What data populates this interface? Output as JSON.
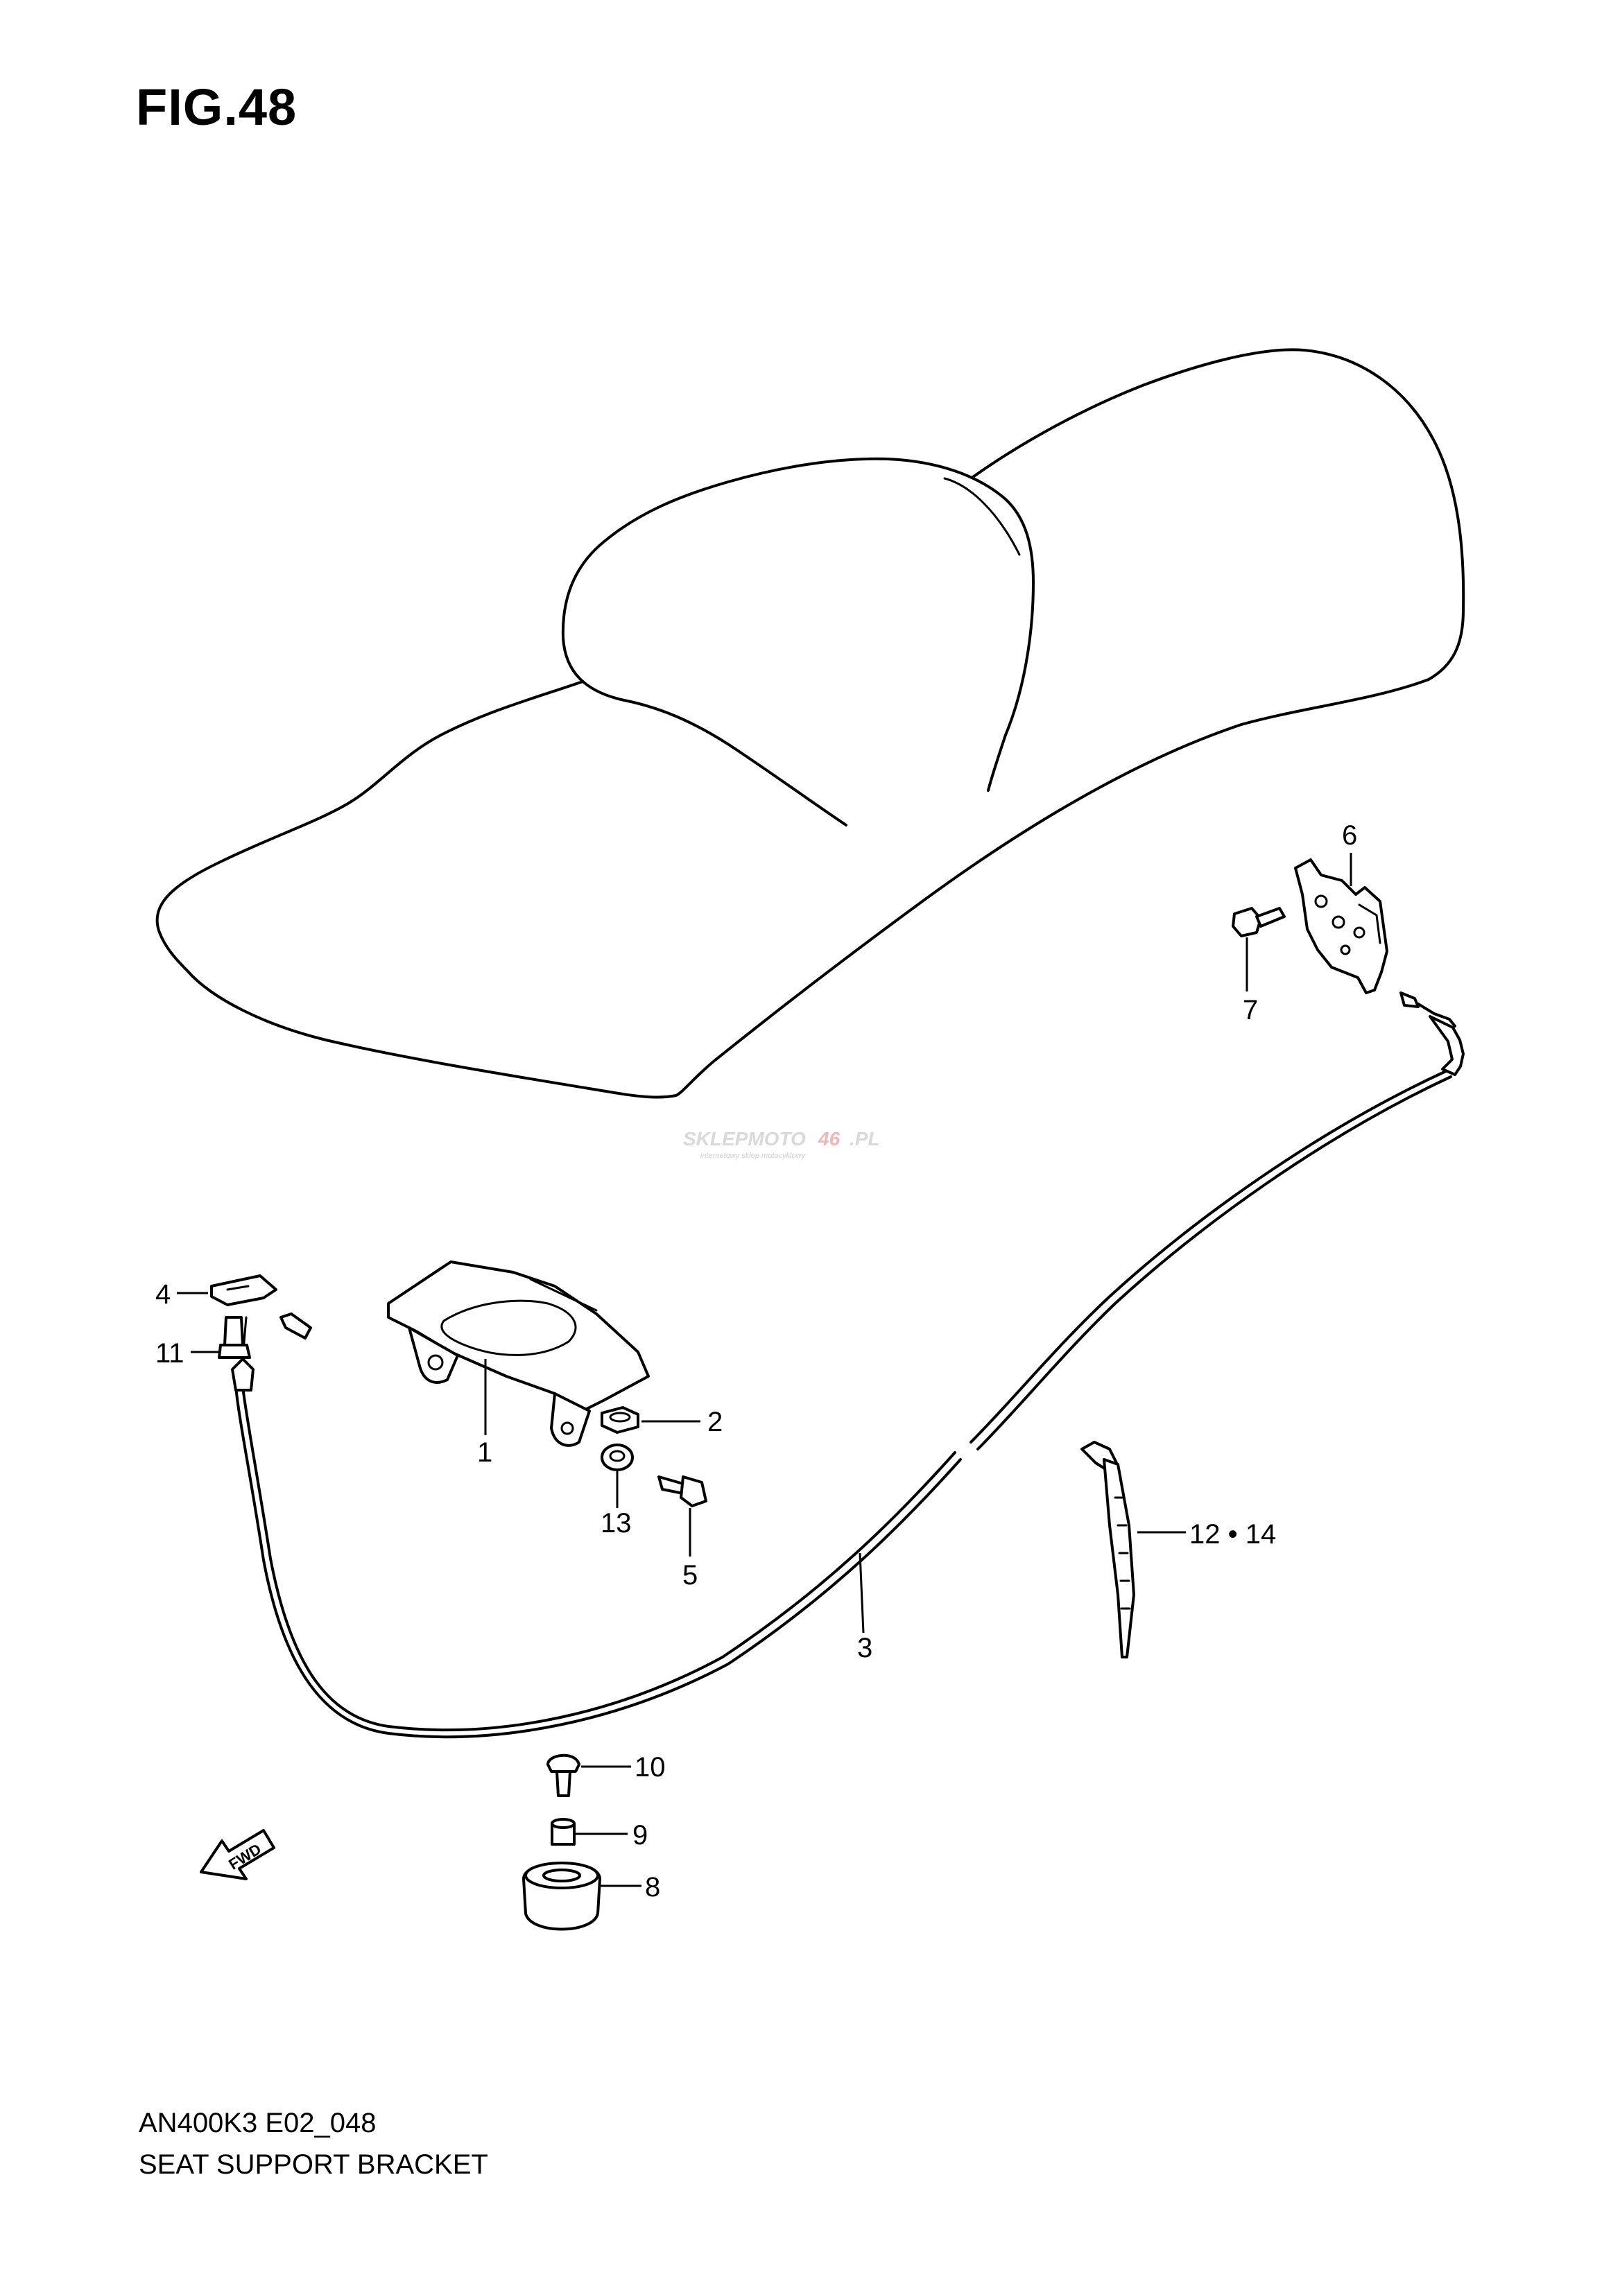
{
  "figure": {
    "title": "FIG.48",
    "code": "AN400K3 E02_048",
    "caption": "SEAT SUPPORT BRACKET"
  },
  "callouts": {
    "c1": "1",
    "c2": "2",
    "c3": "3",
    "c4": "4",
    "c5": "5",
    "c6": "6",
    "c7": "7",
    "c8": "8",
    "c9": "9",
    "c10": "10",
    "c11": "11",
    "c12_14": "12 • 14",
    "c13": "13"
  },
  "direction_marker": "FWD",
  "watermark": {
    "part1": "SKLEPMOTO",
    "part2": "46",
    "part3": ".PL",
    "tagline": "internetowy sklep motocyklowy"
  }
}
